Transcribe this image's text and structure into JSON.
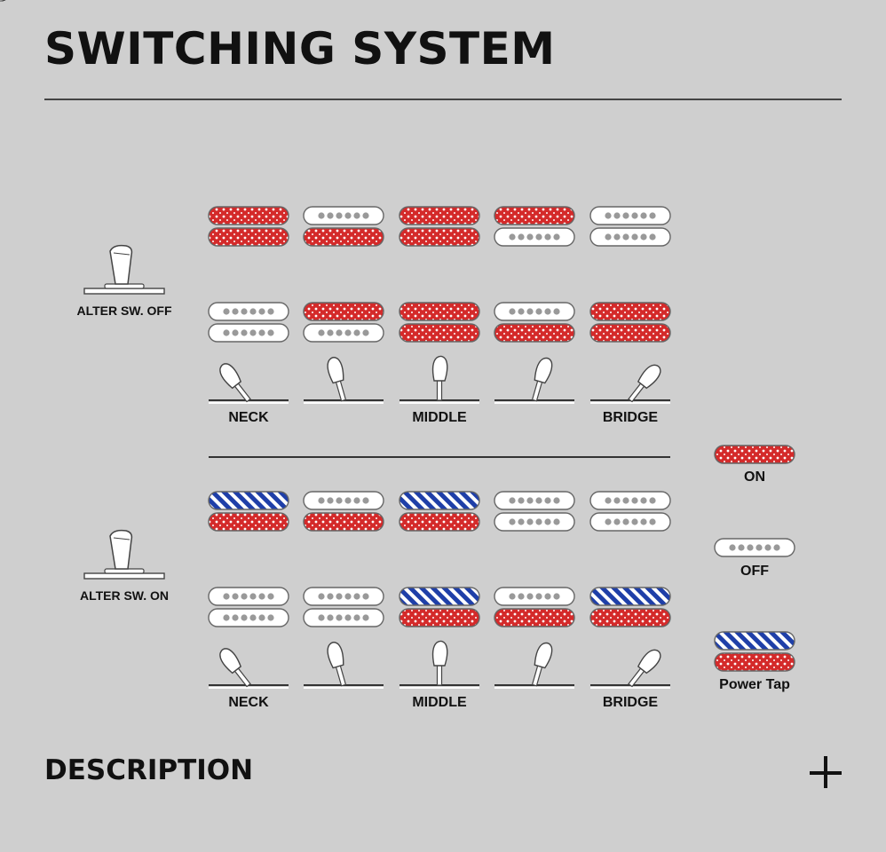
{
  "title": "SWITCHING SYSTEM",
  "description_label": "DESCRIPTION",
  "expand_icon": "plus-icon",
  "colors": {
    "on": "#d42a2a",
    "off": "#ffffff",
    "power_tap": "#1f3fa8",
    "background": "#cfcfcf"
  },
  "sections": [
    {
      "alter_label": "ALTER SW. OFF",
      "positions": [
        {
          "lever": "neck",
          "label": "NECK",
          "neck": [
            "on",
            "on"
          ],
          "bridge": [
            "off",
            "off"
          ]
        },
        {
          "lever": "neck-mid",
          "label": "",
          "neck": [
            "off",
            "on"
          ],
          "bridge": [
            "on",
            "off"
          ]
        },
        {
          "lever": "middle",
          "label": "MIDDLE",
          "neck": [
            "on",
            "on"
          ],
          "bridge": [
            "on",
            "on"
          ]
        },
        {
          "lever": "mid-bridge",
          "label": "",
          "neck": [
            "on",
            "off"
          ],
          "bridge": [
            "off",
            "on"
          ]
        },
        {
          "lever": "bridge",
          "label": "BRIDGE",
          "neck": [
            "off",
            "off"
          ],
          "bridge": [
            "on",
            "on"
          ]
        }
      ]
    },
    {
      "alter_label": "ALTER SW. ON",
      "positions": [
        {
          "lever": "neck",
          "label": "NECK",
          "neck": [
            "tap",
            "on"
          ],
          "bridge": [
            "off",
            "off"
          ]
        },
        {
          "lever": "neck-mid",
          "label": "",
          "neck": [
            "off",
            "on"
          ],
          "bridge": [
            "off",
            "off"
          ]
        },
        {
          "lever": "middle",
          "label": "MIDDLE",
          "neck": [
            "tap",
            "on"
          ],
          "bridge": [
            "tap",
            "on"
          ]
        },
        {
          "lever": "mid-bridge",
          "label": "",
          "neck": [
            "off",
            "off"
          ],
          "bridge": [
            "off",
            "on"
          ]
        },
        {
          "lever": "bridge",
          "label": "BRIDGE",
          "neck": [
            "off",
            "off"
          ],
          "bridge": [
            "tap",
            "on"
          ]
        }
      ]
    }
  ],
  "legend": [
    {
      "state": "on",
      "label": "ON"
    },
    {
      "state": "off",
      "label": "OFF"
    },
    {
      "state": "tap",
      "label": "Power Tap"
    }
  ]
}
